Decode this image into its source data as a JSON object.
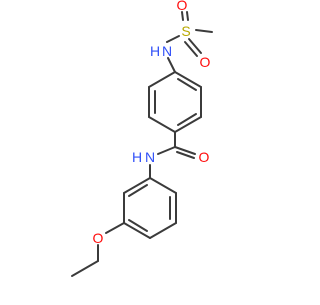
{
  "molecule": {
    "atom_labels": {
      "sulfonyl_sulfur": "S",
      "sulfonyl_oxygen_top": "O",
      "sulfonyl_oxygen_bottom": "O",
      "sulfonamide_nitrogen": "N",
      "sulfonamide_hydrogen": "H",
      "amide_nitrogen": "N",
      "amide_hydrogen": "H",
      "carbonyl_oxygen": "O",
      "ether_oxygen": "O"
    },
    "colors": {
      "bond": "#3b3b3b",
      "carbon": "#3b3b3b",
      "oxygen": "#ff0d0d",
      "nitrogen": "#3050f8",
      "sulfur": "#b8a800"
    }
  }
}
